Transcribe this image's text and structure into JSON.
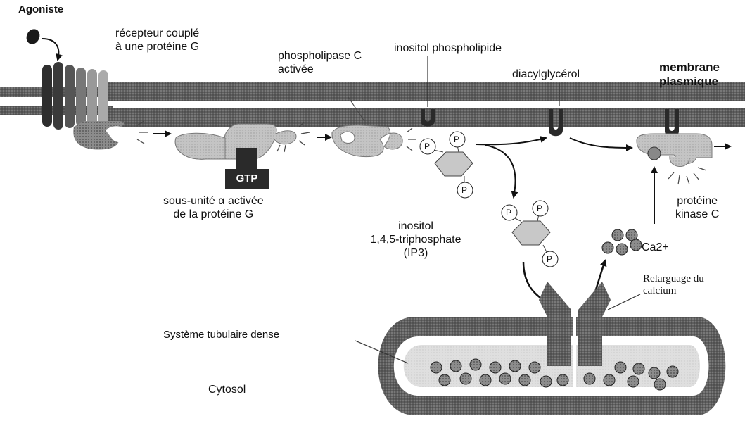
{
  "labels": {
    "agonist": "Agoniste",
    "receptor": [
      "récepteur couplé",
      "à une protéine G"
    ],
    "phospholipase": [
      "phospholipase C",
      "activée"
    ],
    "inositol_phospholipid": "inositol phospholipide",
    "diacylglycerol": "diacylglycérol",
    "membrane": [
      "membrane",
      "plasmique"
    ],
    "gtp": "GTP",
    "g_alpha": [
      "sous-unité α activée",
      "de la protéine G"
    ],
    "ip3": [
      "inositol",
      "1,4,5-triphosphate",
      "(IP3)"
    ],
    "pkc": [
      "protéine",
      "kinase C"
    ],
    "calcium": "Ca2+",
    "calcium_release": [
      "Relarguage du",
      "calcium"
    ],
    "dense_tubular": "Système tubulaire dense",
    "cytosol": "Cytosol",
    "phosphate": "P"
  },
  "colors": {
    "membrane": "#6a6a6a",
    "dark_protein": "#333333",
    "light_protein": "#b8b8b8",
    "gtp_box": "#2a2a2a"
  }
}
